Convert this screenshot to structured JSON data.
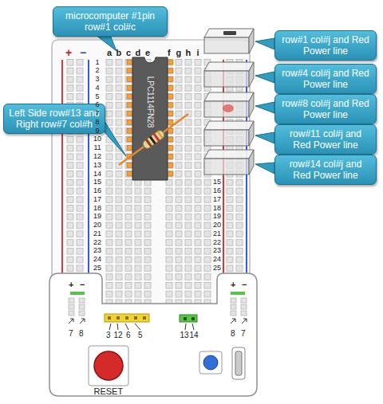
{
  "diagram": {
    "nodes": [
      {
        "text": [
          "microcomputer #1pin row#1 col#c"
        ]
      },
      {
        "text": [
          "row#1 col#j and Red Power line"
        ]
      },
      {
        "text": [
          "row#4 col#j and Red Power line"
        ]
      },
      {
        "text": [
          "row#8 col#j and Red Power line"
        ]
      },
      {
        "text": [
          "Left Side row#13 and Right row#7 col#h"
        ]
      },
      {
        "text": [
          "row#11 col#j and Red Power line"
        ]
      },
      {
        "text": [
          "row#14 col#j and Red Power line"
        ]
      }
    ],
    "labels": [
      "+",
      "−",
      "a",
      "b",
      "c",
      "d",
      "e",
      "f",
      "g",
      "h",
      "i",
      "LPC1114FN28",
      "1",
      "2",
      "3",
      "4",
      "5",
      "6",
      "7",
      "8",
      "9",
      "10",
      "11",
      "12",
      "13",
      "14",
      "15",
      "16",
      "17",
      "18",
      "19",
      "20",
      "21",
      "22",
      "23",
      "24",
      "25",
      "15",
      "16",
      "17",
      "18",
      "19",
      "20",
      "21",
      "22",
      "23",
      "24",
      "25",
      "+",
      "−",
      "7",
      "8",
      "3",
      "12",
      "6",
      "5",
      "13",
      "14",
      "+",
      "−",
      "8",
      "7",
      "RESET"
    ]
  }
}
